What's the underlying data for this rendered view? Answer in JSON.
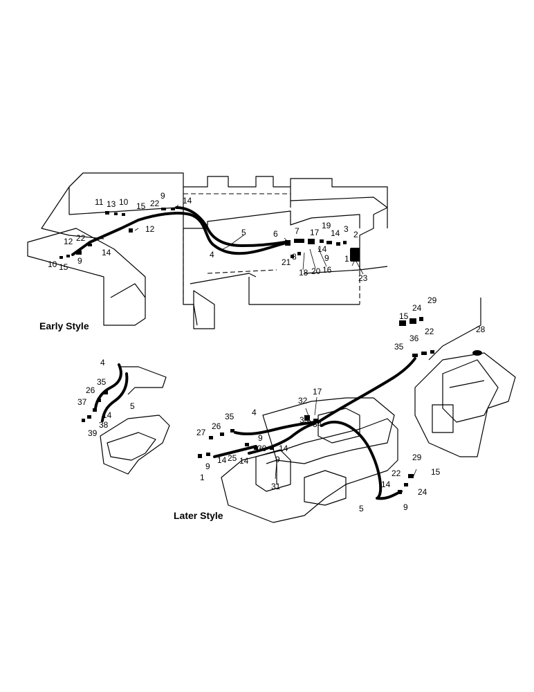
{
  "headings": {
    "early_style": "Early Style",
    "later_style": "Later Style"
  },
  "callouts": [
    {
      "text": "11"
    },
    {
      "text": "13"
    },
    {
      "text": "10"
    },
    {
      "text": "15"
    },
    {
      "text": "22"
    },
    {
      "text": "9"
    },
    {
      "text": "14"
    },
    {
      "text": "12"
    },
    {
      "text": "12"
    },
    {
      "text": "22"
    },
    {
      "text": "14"
    },
    {
      "text": "9"
    },
    {
      "text": "10"
    },
    {
      "text": "15"
    },
    {
      "text": "5"
    },
    {
      "text": "4"
    },
    {
      "text": "6"
    },
    {
      "text": "7"
    },
    {
      "text": "17"
    },
    {
      "text": "19"
    },
    {
      "text": "14"
    },
    {
      "text": "3"
    },
    {
      "text": "2"
    },
    {
      "text": "14"
    },
    {
      "text": "9"
    },
    {
      "text": "21"
    },
    {
      "text": "8"
    },
    {
      "text": "18"
    },
    {
      "text": "20"
    },
    {
      "text": "16"
    },
    {
      "text": "1"
    },
    {
      "text": "23"
    },
    {
      "text": "24"
    },
    {
      "text": "29"
    },
    {
      "text": "15"
    },
    {
      "text": "28"
    },
    {
      "text": "36"
    },
    {
      "text": "22"
    },
    {
      "text": "35"
    },
    {
      "text": "4"
    },
    {
      "text": "35"
    },
    {
      "text": "26"
    },
    {
      "text": "37"
    },
    {
      "text": "5"
    },
    {
      "text": "14"
    },
    {
      "text": "38"
    },
    {
      "text": "39"
    },
    {
      "text": "17"
    },
    {
      "text": "32"
    },
    {
      "text": "33"
    },
    {
      "text": "34"
    },
    {
      "text": "35"
    },
    {
      "text": "4"
    },
    {
      "text": "26"
    },
    {
      "text": "27"
    },
    {
      "text": "9"
    },
    {
      "text": "14"
    },
    {
      "text": "30"
    },
    {
      "text": "9"
    },
    {
      "text": "14"
    },
    {
      "text": "25"
    },
    {
      "text": "14"
    },
    {
      "text": "9"
    },
    {
      "text": "1"
    },
    {
      "text": "31"
    },
    {
      "text": "29"
    },
    {
      "text": "15"
    },
    {
      "text": "22"
    },
    {
      "text": "14"
    },
    {
      "text": "24"
    },
    {
      "text": "9"
    },
    {
      "text": "5"
    }
  ]
}
